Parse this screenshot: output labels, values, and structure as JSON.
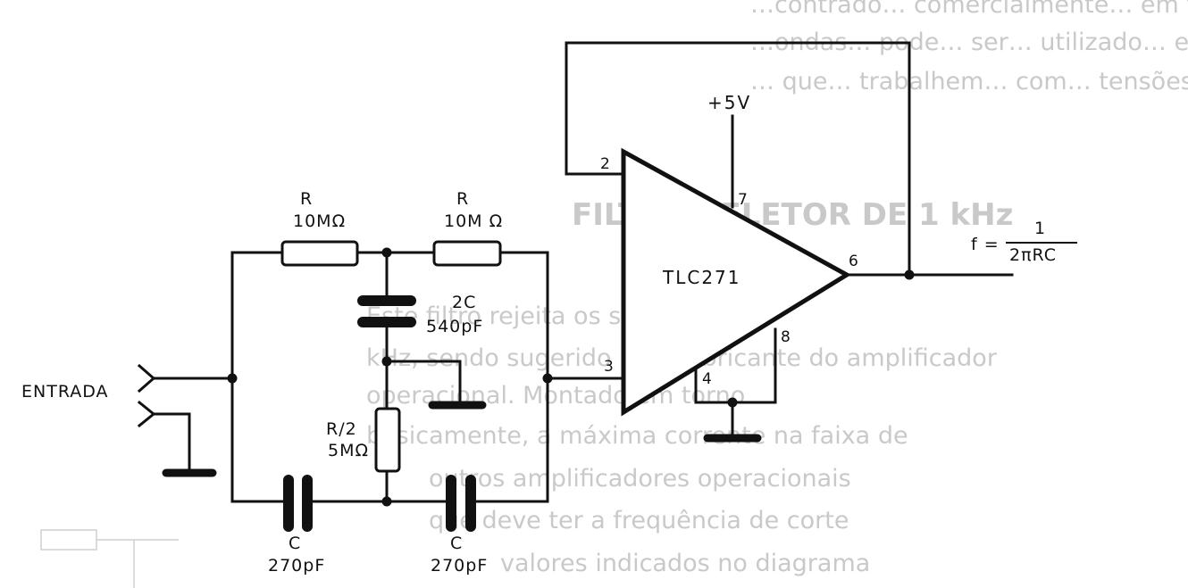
{
  "background_text": {
    "line1": "…contrado… comercialmente… em formato… comum",
    "line2": "…ondas… pode… ser… utilizado… em… outros",
    "line3": "… que… trabalhem… com… tensões… menores…",
    "heading": "FILTRO SELETOR DE 1 kHz",
    "para1": "Este filtro rejeita os sinais de",
    "para2": "kHz, sendo sugerido pela fabricante do amplificador",
    "para3": "operacional. Montado em torno",
    "para4": "basicamente, a máxima corrente na faixa de",
    "para5": "outros amplificadores operacionais",
    "para6": "que deve ter a frequência de corte",
    "para7": "valores indicados no diagrama"
  },
  "labels": {
    "supply": "+5V",
    "ic": "TLC271",
    "input": "ENTRADA",
    "r1_name": "R",
    "r1_value": "10MΩ",
    "r2_name": "R",
    "r2_value": "10M Ω",
    "c_mid_name": "2C",
    "c_mid_value": "540pF",
    "r_half_name": "R/2",
    "r_half_value": "5MΩ",
    "c1_name": "C",
    "c1_value": "270pF",
    "c2_name": "C",
    "c2_value": "270pF",
    "formula_lhs": "f =",
    "formula_num": "1",
    "formula_den": "2πRC"
  },
  "pins": {
    "p2": "2",
    "p3": "3",
    "p4": "4",
    "p6": "6",
    "p7": "7",
    "p8": "8"
  }
}
